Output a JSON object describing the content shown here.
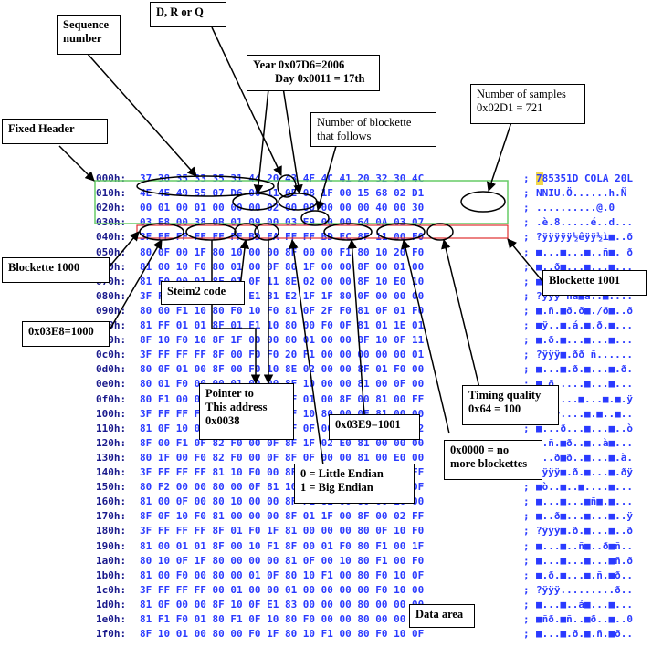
{
  "dump": {
    "rows": [
      {
        "off": "000h:",
        "hex": "37 38 35 33 35 31 44 20 43 4F 4C 41 20 32 30 4C",
        "ascii": "785351D COLA 20L"
      },
      {
        "off": "010h:",
        "hex": "4E 4E 49 55 07 D6 00 11 0E 08 1F 00 15 68 02 D1",
        "ascii": "NNIU.Ö......h.Ñ"
      },
      {
        "off": "020h:",
        "hex": "00 01 00 01 00 00 00 02 00 00 00 00 00 40 00 30",
        "ascii": "..........@.0"
      },
      {
        "off": "030h:",
        "hex": "03 E8 00 38 0B 01 09 00 03 E9 00 00 64 0A 03 07",
        "ascii": ".è.8.....é..d..."
      },
      {
        "off": "040h:",
        "hex": "3F FF FF FF FF FF BD EA FF FF BD EC 8F 11 00 F0",
        "ascii": "?ÿÿÿÿÿ½êÿÿ½ì■..ð"
      },
      {
        "off": "050h:",
        "hex": "80 0F 00 1F 80 10 00 00 8F 00 00 F1 80 10 20 F0",
        "ascii": "■...■...■..ñ■. ð"
      },
      {
        "off": "060h:",
        "hex": "81 00 10 F0 80 01 00 0F 80 1F 00 00 8F 00 01 00",
        "ascii": "■..ð■...■...■..."
      },
      {
        "off": "070h:",
        "hex": "81 F0 00 01 8F 01 0F 11 8E 02 00 00 8F 10 E0 10",
        "ascii": "■ð..■...■...■.à."
      },
      {
        "off": "080h:",
        "hex": "3F FF FF FF 20 F1 E1 81 E2 1F 1F 80 0F 00 00 00",
        "ascii": "?ÿÿÿ ñá■â..■...."
      },
      {
        "off": "090h:",
        "hex": "80 00 F1 10 80 F0 10 F0 81 0F 2F F0 81 0F 01 F0",
        "ascii": "■.ñ.■ð.ð■./ð■..ð"
      },
      {
        "off": "0a0h:",
        "hex": "81 FF 01 01 8F 01 E1 10 80 00 F0 0F 81 01 1E 01",
        "ascii": "■ÿ..■.á.■.ð.■..."
      },
      {
        "off": "0b0h:",
        "hex": "8F 10 F0 10 8F 1F 00 00 80 01 00 00 8F 10 0F 11",
        "ascii": "■.ð.■...■...■..."
      },
      {
        "off": "0c0h:",
        "hex": "3F FF FF FF 8F 00 F0 F0 20 F1 00 00 00 00 00 01",
        "ascii": "?ÿÿÿ■.ðð ñ......"
      },
      {
        "off": "0d0h:",
        "hex": "80 0F 01 00 8F 00 F0 10 8E 02 00 00 8F 01 F0 00",
        "ascii": "■...■.ð.■...■.ð."
      },
      {
        "off": "0e0h:",
        "hex": "80 01 F0 00 00 01 00 00 8F 10 00 00 81 00 0F 00",
        "ascii": "■.ð.....■...■..."
      },
      {
        "off": "0f0h:",
        "hex": "80 F1 00 01 00 0F 10 8F 0F 01 00 8F 00 81 00 FF",
        "ascii": "■ñ.....■...■.■.ÿ"
      },
      {
        "off": "100h:",
        "hex": "3F FF FF FF 00 00 00 0F 8F 10 80 00 0F 81 00 00",
        "ascii": "?ÿÿÿ....■.■..■.."
      },
      {
        "off": "110h:",
        "hex": "81 0F 10 0F F0 00 00 0F 8F 0F 00 00 81 00 0F F2",
        "ascii": "■...ð...■...■..ò"
      },
      {
        "off": "120h:",
        "hex": "8F 00 F1 0F 82 F0 00 0F 8F 1F 02 E0 81 00 00 00",
        "ascii": "■.ñ.■ð..■..à■..."
      },
      {
        "off": "130h:",
        "hex": "80 1F 00 F0 82 F0 00 0F 8F 0F 00 00 81 00 E0 00",
        "ascii": "■..ð■ð..■...■.à."
      },
      {
        "off": "140h:",
        "hex": "3F FF FF FF 81 10 F0 00 8F 01 00 00 80 00 F0 FF",
        "ascii": "?ÿÿÿ■.ð.■...■.ðÿ"
      },
      {
        "off": "150h:",
        "hex": "80 F2 00 00 80 00 0F 81 10 00 00 0F 81 11 0F 0F",
        "ascii": "■ò..■..■....■..."
      },
      {
        "off": "160h:",
        "hex": "81 00 0F 00 80 10 00 00 8F F1 8E 00 80 00 10 00",
        "ascii": "■...■...■ñ■.■..."
      },
      {
        "off": "170h:",
        "hex": "8F 0F 10 F0 81 00 00 00 8F 01 1F 00 8F 00 02 FF",
        "ascii": "■..ð■...■...■..ÿ"
      },
      {
        "off": "180h:",
        "hex": "3F FF FF FF 8F 01 F0 1F 81 00 00 00 80 0F 10 F0",
        "ascii": "?ÿÿÿ■.ð.■...■..ð"
      },
      {
        "off": "190h:",
        "hex": "81 00 01 01 8F 00 10 F1 8F 00 01 F0 80 F1 00 1F",
        "ascii": "■...■..ñ■..ð■ñ.."
      },
      {
        "off": "1a0h:",
        "hex": "80 10 0F 1F 80 00 00 00 81 0F 00 10 80 F1 00 F0",
        "ascii": "■...■...■...■ñ.ð"
      },
      {
        "off": "1b0h:",
        "hex": "81 00 F0 00 80 00 01 0F 80 10 F1 00 80 F0 10 0F",
        "ascii": "■.ð.■...■.ñ.■ð.."
      },
      {
        "off": "1c0h:",
        "hex": "3F FF FF FF 00 01 00 00 01 00 00 00 00 F0 10 00",
        "ascii": "?ÿÿÿ.........ð.."
      },
      {
        "off": "1d0h:",
        "hex": "81 0F 00 00 8F 10 0F E1 83 00 00 00 80 00 00 00",
        "ascii": "■...■..á■...■..."
      },
      {
        "off": "1e0h:",
        "hex": "81 F1 F0 01 80 F1 0F 10 80 F0 00 00 80 00 00 30",
        "ascii": "■ñð.■ñ..■ð..■..0"
      },
      {
        "off": "1f0h:",
        "hex": "8F 10 01 00 80 00 F0 1F 80 10 F1 00 80 F0 10 0F",
        "ascii": "■...■.ð.■.ñ.■ð.."
      }
    ],
    "separator": ";"
  },
  "labels": {
    "sequence_number": [
      "Sequence",
      "number"
    ],
    "drq": "D, R or Q",
    "year_day": [
      "Year  0x07D6=2006",
      "Day  0x0011 = 17th"
    ],
    "num_samples": [
      "Number of samples",
      "0x02D1 = 721"
    ],
    "fixed_header": "Fixed Header",
    "num_blockette": [
      "Number of blockette",
      "that follows"
    ],
    "blockette_1000": "Blockette 1000",
    "blockette_1001": "Blockette 1001",
    "steim2": "Steim2 code",
    "hex_03e8": "0x03E8=1000",
    "pointer": [
      "Pointer to",
      "This address",
      "0x0038"
    ],
    "timing_quality": [
      "Timing quality",
      "0x64 = 100"
    ],
    "hex_03e9": "0x03E9=1001",
    "no_more": [
      "0x0000 = no",
      "more blockettes"
    ],
    "endian": [
      "0 = Little Endian",
      "1 = Big Endian"
    ],
    "data_area": "Data area"
  },
  "colors": {
    "hex_text": "#2a3aff",
    "fixed_header_border": "#66cc66",
    "blockette_border": "#e03030",
    "cursor": "#f2d64a"
  }
}
